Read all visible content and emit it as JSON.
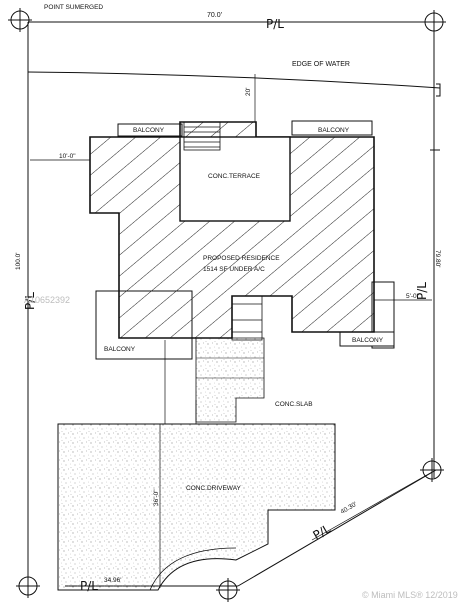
{
  "plan": {
    "top_note": "POINT SUMERGED",
    "dim_top": "70.0'",
    "dim_right": "79.80'",
    "dim_left_total": "100.0'",
    "dim_bottom": "34.96'",
    "dim_diag": "40.30'",
    "dim_water_setback": "20'",
    "dim_left_setback": "10'-0\"",
    "dim_right_setback": "5'-0\"",
    "dim_driveway": "36'-0\"",
    "property_line": "P/L",
    "edge_of_water": "EDGE OF WATER",
    "balcony": "BALCONY",
    "terrace": "CONC.TERRACE",
    "residence_title": "PROPOSED RESIDENCE",
    "residence_area": "1514 SF UNDER A/C",
    "slab": "CONC.SLAB",
    "driveway": "CONC.DRIVEWAY"
  },
  "watermark": {
    "left_id": "A10652392",
    "bottom": "© Miami MLS® 12/2019"
  },
  "colors": {
    "line": "#111111",
    "watermark": "#bdbdbd"
  }
}
